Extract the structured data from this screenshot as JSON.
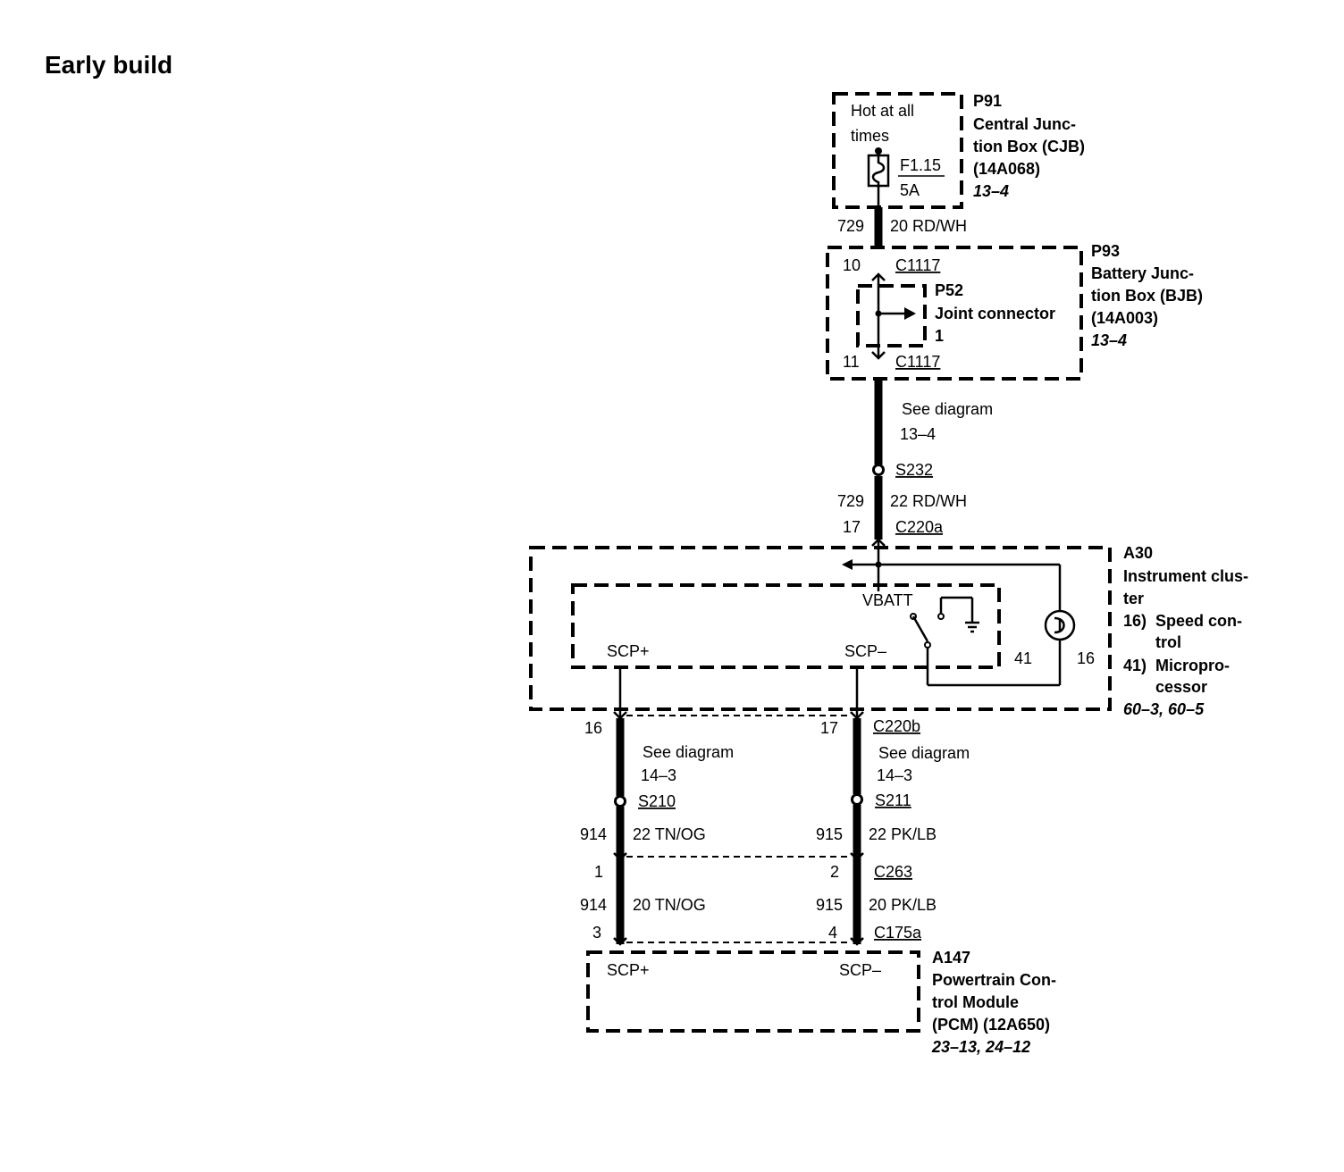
{
  "title": "Early build",
  "p91": {
    "id": "P91",
    "name_1": "Central Junc-",
    "name_2": "tion Box (CJB)",
    "part": "(14A068)",
    "ref": "13–4",
    "hot_1": "Hot at all",
    "hot_2": "times",
    "fuse": "F1.15",
    "fuse_rating": "5A"
  },
  "wire_top": {
    "circuit": "729",
    "spec": "20 RD/WH"
  },
  "p93": {
    "id": "P93",
    "name_1": "Battery Junc-",
    "name_2": "tion Box (BJB)",
    "part": "(14A003)",
    "ref": "13–4",
    "pin_top": "10",
    "conn_top": "C1117",
    "pin_bottom": "11",
    "conn_bottom": "C1117"
  },
  "p52": {
    "id": "P52",
    "name": "Joint connector",
    "pin": "1"
  },
  "see_1": {
    "line_1": "See diagram",
    "line_2": "13–4"
  },
  "s232": "S232",
  "wire_mid": {
    "circuit": "729",
    "spec": "22 RD/WH",
    "pin": "17",
    "conn": "C220a"
  },
  "a30": {
    "id": "A30",
    "name_1": "Instrument clus-",
    "name_2": "ter",
    "item_16_num": "16)",
    "item_16_1": "Speed con-",
    "item_16_2": "trol",
    "item_41_num": "41)",
    "item_41_1": "Micropro-",
    "item_41_2": "cessor",
    "ref": "60–3, 60–5",
    "vbatt": "VBATT",
    "scp_plus": "SCP+",
    "scp_minus": "SCP–",
    "label_41": "41",
    "label_16": "16"
  },
  "c220b": {
    "pin_left": "16",
    "pin_right": "17",
    "conn": "C220b"
  },
  "see_2": {
    "line_1": "See diagram",
    "line_2": "14–3"
  },
  "see_3": {
    "line_1": "See diagram",
    "line_2": "14–3"
  },
  "s210": "S210",
  "s211": "S211",
  "wire_l1": {
    "circuit": "914",
    "spec": "22 TN/OG"
  },
  "wire_r1": {
    "circuit": "915",
    "spec": "22 PK/LB"
  },
  "c263": {
    "pin_left": "1",
    "pin_right": "2",
    "conn": "C263"
  },
  "wire_l2": {
    "circuit": "914",
    "spec": "20 TN/OG"
  },
  "wire_r2": {
    "circuit": "915",
    "spec": "20 PK/LB"
  },
  "c175a": {
    "pin_left": "3",
    "pin_right": "4",
    "conn": "C175a"
  },
  "a147": {
    "id": "A147",
    "name_1": "Powertrain Con-",
    "name_2": "trol Module",
    "name_3": "(PCM) (12A650)",
    "ref": "23–13, 24–12",
    "scp_plus": "SCP+",
    "scp_minus": "SCP–"
  }
}
